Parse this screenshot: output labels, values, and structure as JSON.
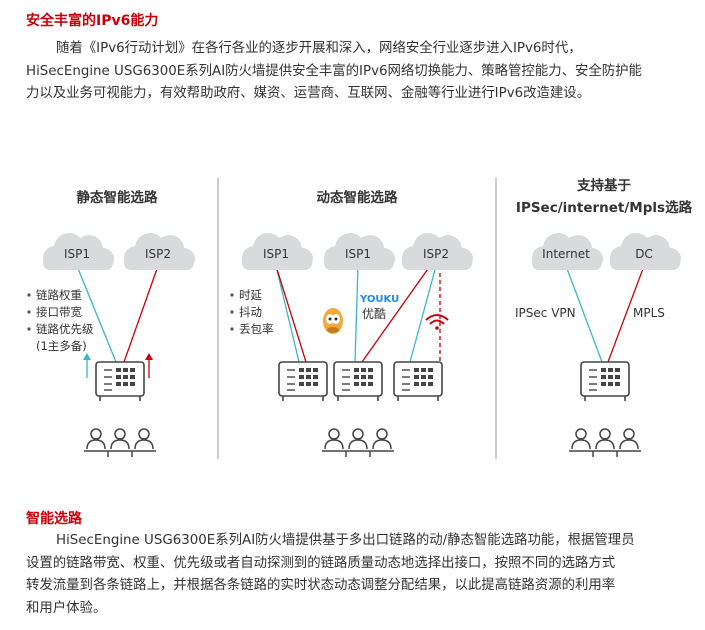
{
  "section1": {
    "title": "安全丰富的IPv6能力",
    "lines": [
      "随着《IPv6行动计划》在各行各业的逐步开展和深入，网络安全行业逐步进入IPv6时代，",
      "HiSecEngine USG6300E系列AI防火墙提供安全丰富的IPv6网络切换能力、策略管控能力、安全防护能",
      "力以及业务可视能力，有效帮助政府、媒资、运营商、互联网、金融等行业进行IPv6改造建设。"
    ]
  },
  "diagram": {
    "static_panel": {
      "title": "静态智能选路",
      "isp1": "ISP1",
      "isp2": "ISP2",
      "bullets": [
        "链路权重",
        "接口带宽",
        "链路优先级",
        "(1主多备)"
      ]
    },
    "dynamic_panel": {
      "title": "动态智能选路",
      "isp1": "ISP1",
      "isp2": "ISP1",
      "isp3": "ISP2",
      "bullets": [
        "时延",
        "抖动",
        "丢包率"
      ],
      "youku_logo": "YOUKU",
      "youku_text": "优酷"
    },
    "ipsec_panel": {
      "title_line1": "支持基于",
      "title_line2": "IPSec/internet/Mpls选路",
      "cloud1": "Internet",
      "cloud2": "DC",
      "link1": "IPSec VPN",
      "link2": "MPLS"
    },
    "colors": {
      "cyan": "#39b7c5",
      "red": "#c7000b",
      "cloud": "#d9dadb",
      "device": "#444444"
    }
  },
  "section2": {
    "title": "智能选路",
    "lines": [
      "HiSecEngine USG6300E系列AI防火墙提供基于多出口链路的动/静态智能选路功能，根据管理员",
      "设置的链路带宽、权重、优先级或者自动探测到的链路质量动态地选择出接口，按照不同的选路方式",
      "转发流量到各条链路上，并根据各条链路的实时状态动态调整分配结果，以此提高链路资源的利用率",
      "和用户体验。"
    ]
  }
}
